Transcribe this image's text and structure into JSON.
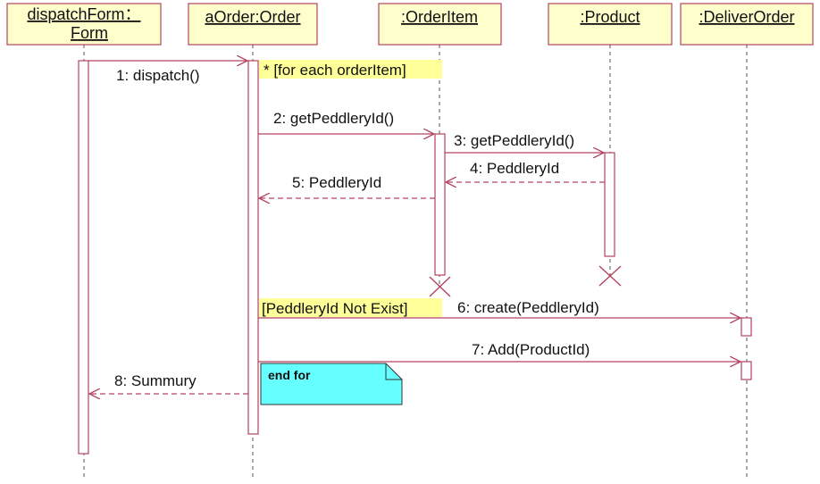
{
  "diagram": {
    "objects": [
      {
        "id": "dispatchForm",
        "name_line1": "dispatchForm：",
        "name_line2": "Form"
      },
      {
        "id": "aOrder",
        "name_line1": "aOrder:Order",
        "name_line2": ""
      },
      {
        "id": "orderItem",
        "name_line1": ":OrderItem",
        "name_line2": ""
      },
      {
        "id": "product",
        "name_line1": ":Product",
        "name_line2": ""
      },
      {
        "id": "deliverOrder",
        "name_line1": ":DeliverOrder",
        "name_line2": ""
      }
    ],
    "messages": [
      {
        "id": "m1",
        "label": "1: dispatch()",
        "kind": "call"
      },
      {
        "id": "m2",
        "label": "2: getPeddleryId()",
        "kind": "call"
      },
      {
        "id": "m3",
        "label": "3: getPeddleryId()",
        "kind": "call"
      },
      {
        "id": "m4",
        "label": "4: PeddleryId",
        "kind": "return"
      },
      {
        "id": "m5",
        "label": "5: PeddleryId",
        "kind": "return"
      },
      {
        "id": "m6",
        "label": "6: create(PeddleryId)",
        "kind": "call"
      },
      {
        "id": "m7",
        "label": "7: Add(ProductId)",
        "kind": "call"
      },
      {
        "id": "m8",
        "label": "8: Summury",
        "kind": "return"
      }
    ],
    "guards": {
      "loop": "* [for each orderItem]",
      "condition": "[PeddleryId Not Exist]"
    },
    "note": {
      "text": "end for"
    },
    "colors": {
      "object_fill": "#ffffcc",
      "object_border": "#b3445f",
      "line": "#b3445f",
      "guard_fill": "#ffff99",
      "note_fill": "#66ffff"
    }
  }
}
